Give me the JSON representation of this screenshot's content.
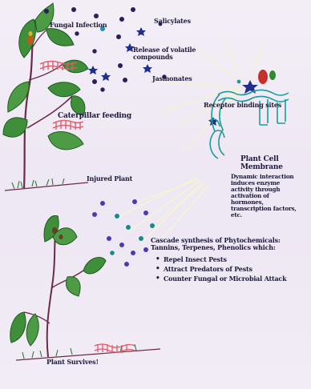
{
  "colors": {
    "leaf": "#3f8f3a",
    "leaf_dark": "#1f5a22",
    "stem": "#6a2a4a",
    "dots_dark": "#2a1f5a",
    "star": "#1f2f8a",
    "pink": "#e35a6a",
    "membrane": "#1a9c9a",
    "dot_teal": "#1a8a86",
    "dot_purple": "#4a3ab0",
    "red_bug": "#c4302a"
  },
  "labels": {
    "fungal_infection": "Fungal Infection",
    "salicylates": "Salicylates",
    "volatile": "Release of volatile compounds",
    "jasmonates": "Jasmonates",
    "caterpillar": "Caterpillar feeding",
    "receptor": "Receptor binding sites",
    "membrane": "Plant Cell Membrane",
    "dynamic": "Dynamic interaction induces enzyme activity through activation of hormones, transcription factors, etc.",
    "injured": "Injured Plant",
    "cascade": "Cascade synthesis of Phytochemicals: Tannins, Terpenes, Phenolics which:",
    "bullets": [
      "Repel Insect Pests",
      "Attract Predators of Pests",
      "Counter Fungal or Microbial Attack"
    ],
    "survives": "Plant Survives!"
  },
  "icons": [
    "fungus-spot-icon",
    "caterpillar-icon",
    "jasmonate-star-icon",
    "dot-molecule-icon",
    "receptor-icon",
    "grass-icon",
    "ladybug-icon"
  ]
}
